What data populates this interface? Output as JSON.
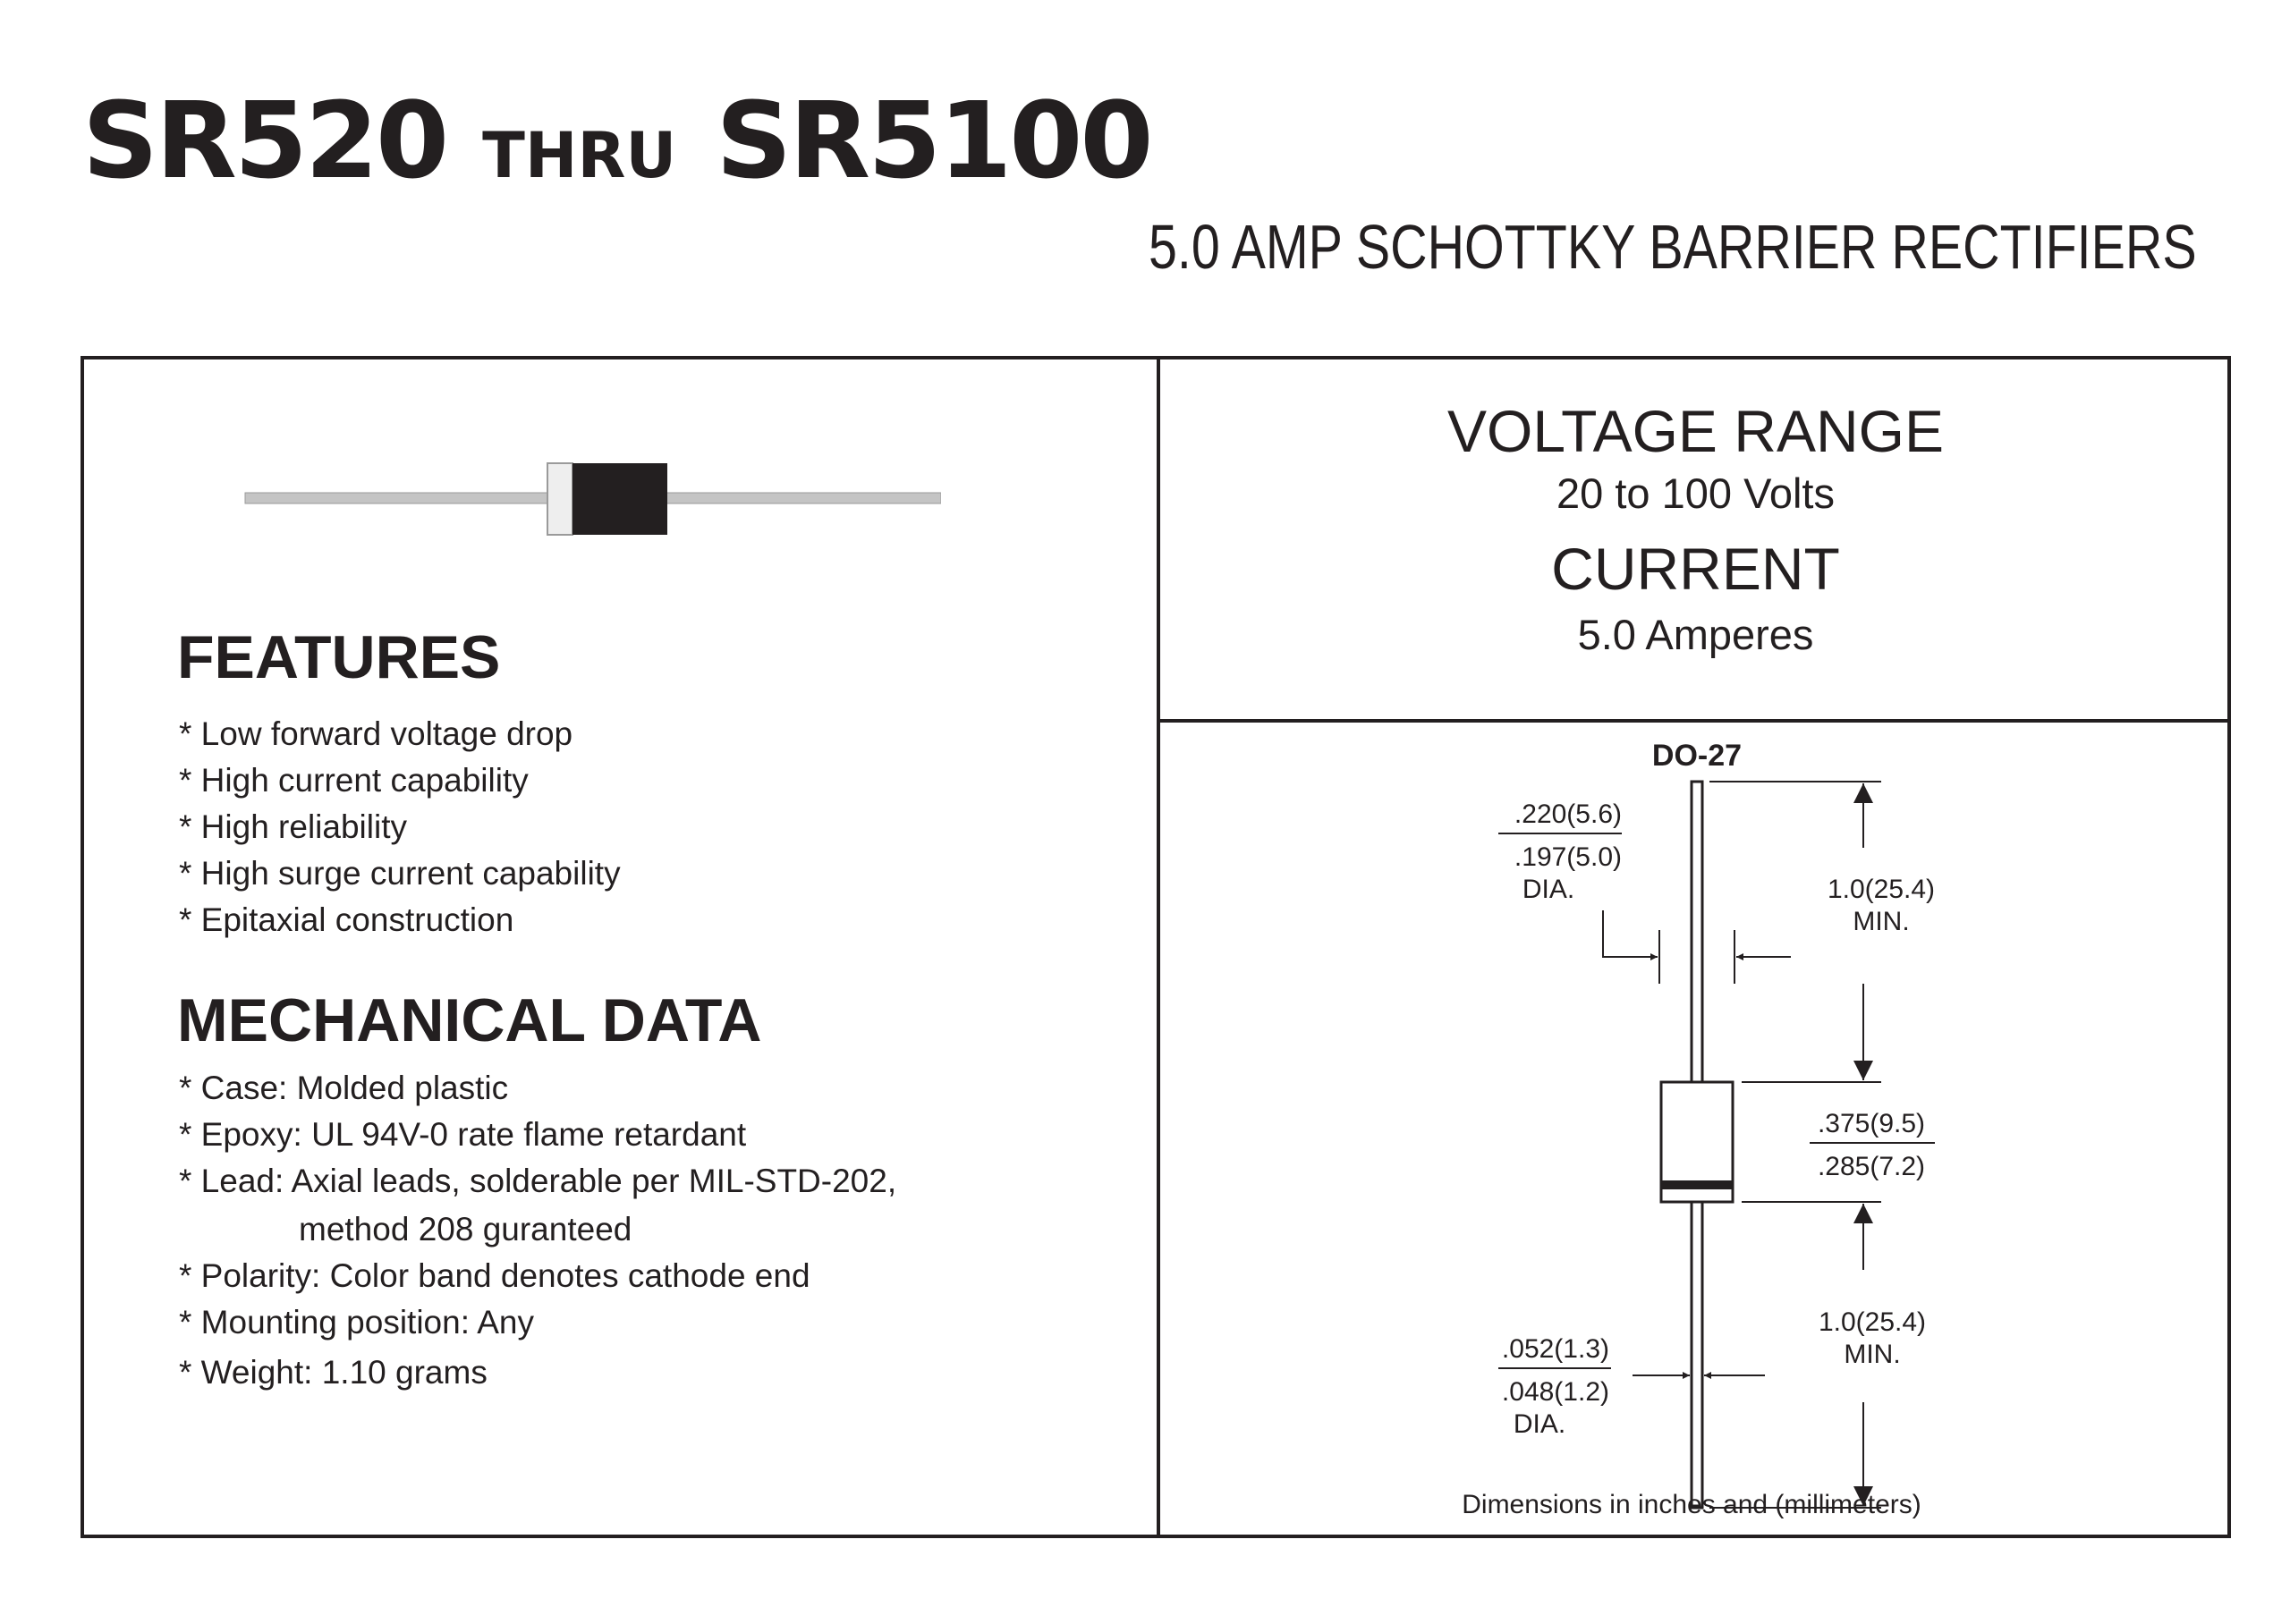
{
  "header": {
    "part_start": "SR520",
    "thru": "THRU",
    "part_end": "SR5100",
    "subtitle": "5.0 AMP SCHOTTKY BARRIER RECTIFIERS"
  },
  "ratings": {
    "voltage_label": "VOLTAGE RANGE",
    "voltage_value": "20 to 100 Volts",
    "current_label": "CURRENT",
    "current_value": "5.0 Amperes"
  },
  "features": {
    "heading": "FEATURES",
    "items": [
      "* Low forward voltage drop",
      "* High current capability",
      "* High reliability",
      "* High surge current capability",
      "* Epitaxial construction"
    ]
  },
  "mechanical": {
    "heading": "MECHANICAL DATA",
    "items": [
      "* Case: Molded plastic",
      "* Epoxy: UL 94V-0 rate flame retardant",
      "* Lead: Axial leads, solderable per MIL-STD-202,",
      "method 208 guranteed",
      "* Polarity: Color band denotes cathode end",
      "* Mounting position: Any",
      "* Weight: 1.10 grams"
    ]
  },
  "drawing": {
    "package": "DO-27",
    "body_dia_max": ".220(5.6)",
    "body_dia_min": ".197(5.0)",
    "dia_label_1": "DIA.",
    "lead_len_top": "1.0(25.4)",
    "min_label_top": "MIN.",
    "body_len_max": ".375(9.5)",
    "body_len_min": ".285(7.2)",
    "lead_len_bottom": "1.0(25.4)",
    "min_label_bottom": "MIN.",
    "lead_dia_max": ".052(1.3)",
    "lead_dia_min": ".048(1.2)",
    "dia_label_2": "DIA.",
    "note": "Dimensions in inches and (millimeters)"
  },
  "colors": {
    "ink": "#231f20",
    "lead_gray": "#c4c4c4",
    "band_light": "#eeeeee"
  }
}
